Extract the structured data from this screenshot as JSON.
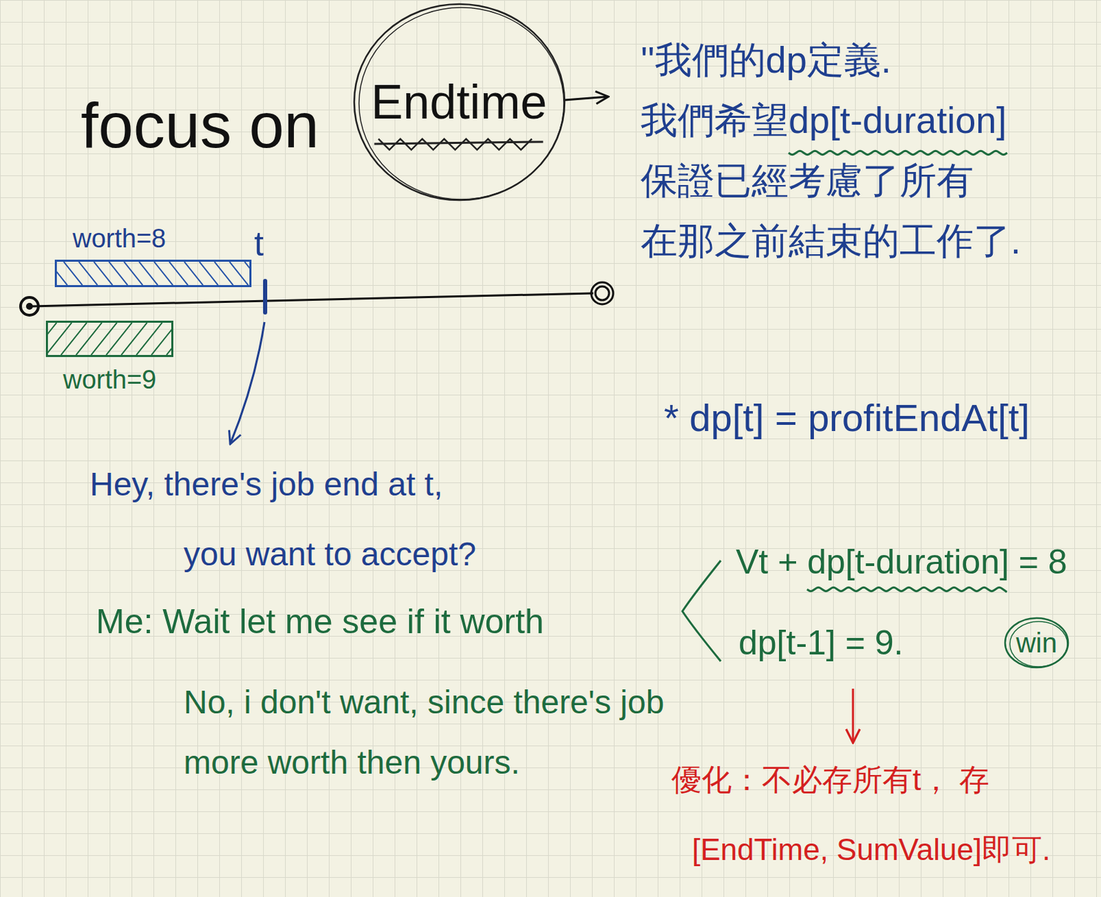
{
  "diagram": {
    "nodes": [
      {
        "text": [
          "Endtime"
        ]
      },
      {
        "text": [
          "worth=8"
        ]
      },
      {
        "text": [
          "worth=9"
        ]
      },
      {
        "text": [
          "win"
        ]
      }
    ],
    "labels": [
      "focus on",
      "''我們的dp定義. 我們希望dp[t-duration] 保證已經考慮了所有 在那之前結束的工作了.",
      "t",
      "* dp[t] = profitEndAt[t]",
      "Hey, there's job end at t, you want to accept?",
      "Me: Wait let me see if it worth",
      "Vt + dp[t-duration] = 8",
      "dp[t-1] = 9.",
      "No, i don't want, since there's job more worth then yours.",
      "優化：不必存所有t， 存[EndTime, SumValue]即可."
    ]
  }
}
